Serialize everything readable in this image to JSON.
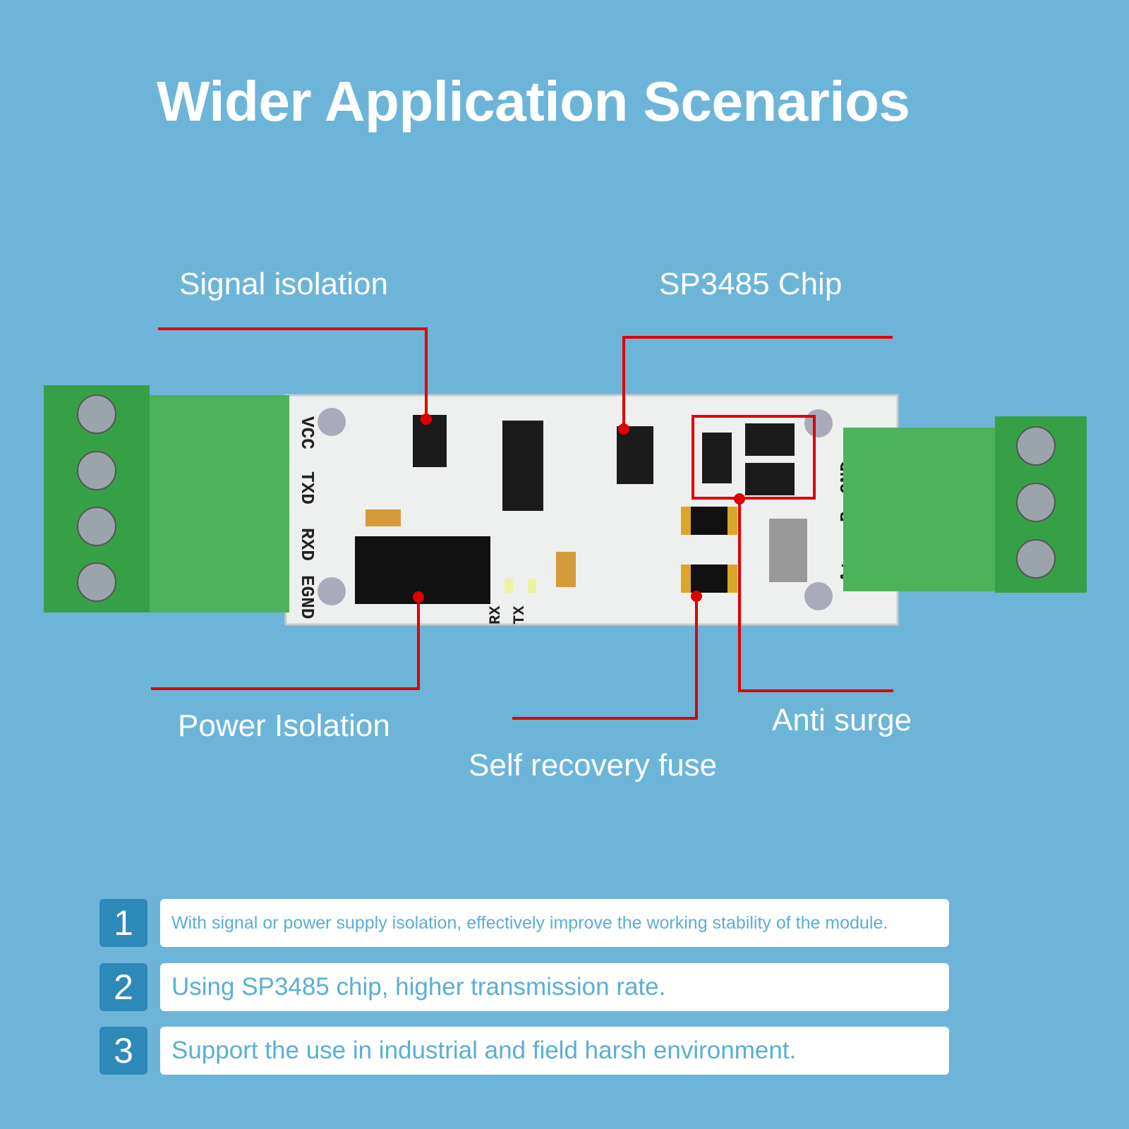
{
  "title": "Wider Application Scenarios",
  "callouts": {
    "signal_isolation": "Signal isolation",
    "sp3485_chip": "SP3485 Chip",
    "power_isolation": "Power Isolation",
    "self_recovery_fuse": "Self recovery fuse",
    "anti_surge": "Anti surge"
  },
  "board_labels": {
    "left_pins": [
      "VCC",
      "TXD",
      "RXD",
      "EGND"
    ],
    "right_pins": [
      "B-",
      "GND",
      "A+"
    ],
    "leds": [
      "RX",
      "TX"
    ]
  },
  "features": [
    {
      "number": "1",
      "text": "With signal or power supply isolation, effectively improve the working stability of the module."
    },
    {
      "number": "2",
      "text": "Using SP3485 chip, higher transmission rate."
    },
    {
      "number": "3",
      "text": "Support the use in industrial and field harsh environment."
    }
  ],
  "colors": {
    "background": "#6cb5d9",
    "callout_line": "#e00000",
    "badge": "#2d89b7",
    "feature_text": "#5aaed6",
    "terminal_green": "#3ea24c"
  }
}
